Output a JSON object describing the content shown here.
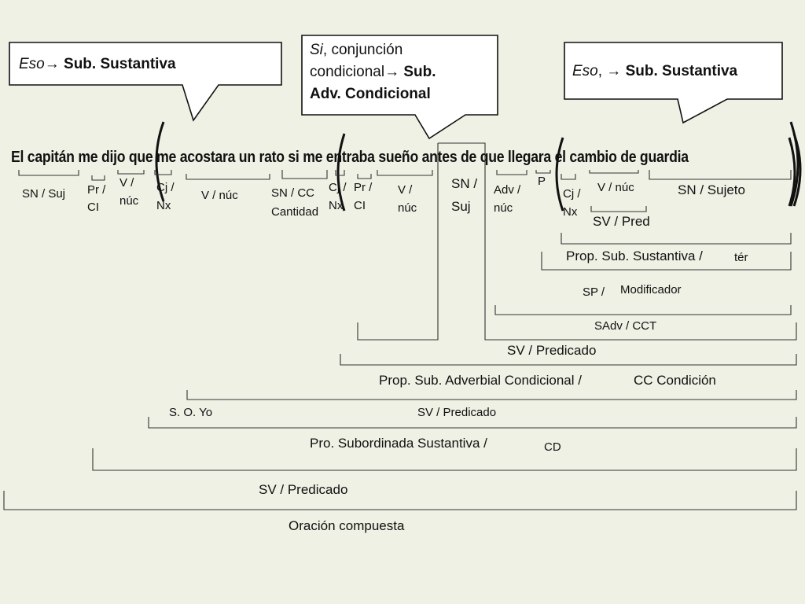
{
  "callouts": {
    "left": {
      "italic": "Eso",
      "arrow": "→",
      "bold": "Sub. Sustantiva"
    },
    "middle": {
      "italic": "Si",
      "text1": ", conjunción",
      "text2": "condicional→",
      "bold1": "Sub.",
      "bold2": "Adv. Condicional"
    },
    "right": {
      "italic": "Eso",
      "text": ", →",
      "bold": "Sub. Sustantiva"
    }
  },
  "sentence": "El capitán me dijo que me acostara un rato si me entraba sueño antes de que llegara el cambio de guardia",
  "word_labels": {
    "sn_suj": "SN / Suj",
    "pr_ci_1a": "Pr /",
    "pr_ci_1b": "CI",
    "v_nuc_1a": "V /",
    "v_nuc_1b": "núc",
    "cj_nx_1a": "Cj /",
    "cj_nx_1b": "Nx",
    "v_nuc_2": "V / núc",
    "sn_cc_a": "SN / CC",
    "sn_cc_b": "Cantidad",
    "cj_nx_2a": "Cj /",
    "cj_nx_2b": "Nx",
    "pr_ci_2a": "Pr /",
    "pr_ci_2b": "CI",
    "v_nuc_3a": "V /",
    "v_nuc_3b": "núc",
    "sn_suj_2a": "SN /",
    "sn_suj_2b": "Suj",
    "adv_nuc_a": "Adv /",
    "adv_nuc_b": "núc",
    "p": "P",
    "cj_nx_3a": "Cj /",
    "cj_nx_3b": "Nx",
    "v_nuc_4": "V / núc",
    "sn_sujeto": "SN / Sujeto"
  },
  "phrase_labels": {
    "sv_pred": "SV / Pred",
    "prop_sub_sust_a": "Prop. Sub. Sustantiva /",
    "prop_sub_sust_b": "tér",
    "sp": "SP /",
    "modificador": "Modificador",
    "sadv_cct": "SAdv / CCT",
    "sv_predicado_1": "SV / Predicado",
    "prop_sub_adv": "Prop. Sub. Adverbial Condicional /",
    "cc_condicion": "CC Condición",
    "s_o_yo": "S. O. Yo",
    "sv_predicado_2": "SV / Predicado",
    "pro_sub_sust": "Pro. Subordinada Sustantiva /",
    "cd": "CD",
    "sv_predicado_3": "SV / Predicado",
    "oracion": "Oración compuesta"
  }
}
